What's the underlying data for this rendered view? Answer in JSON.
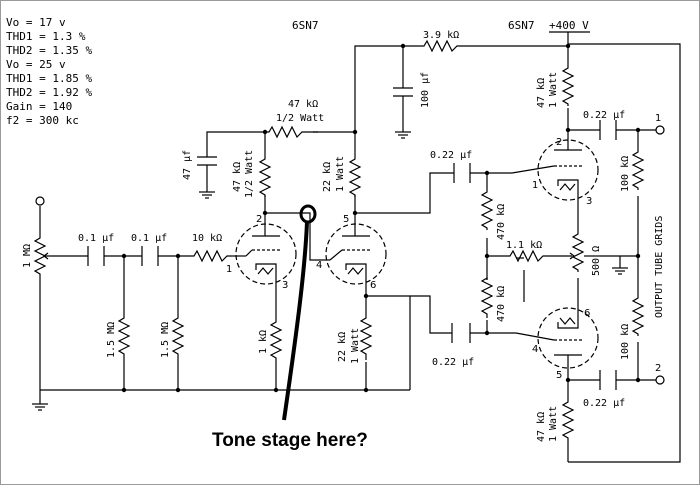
{
  "specs": {
    "vo1": "Vo = 17 v",
    "thd1a": "THD1 = 1.3 %",
    "thd2a": "THD2 = 1.35 %",
    "vo2": "Vo = 25 v",
    "thd1b": "THD1 = 1.85 %",
    "thd2b": "THD2 = 1.92 %",
    "gain": "Gain = 140",
    "f2": "f2 = 300 kc"
  },
  "tubes": {
    "left": "6SN7",
    "right": "6SN7"
  },
  "supply": "+400 V",
  "components": {
    "pot_in": "1 MΩ",
    "c_in1": "0.1 μf",
    "c_in2": "0.1 μf",
    "r_grid": "10 kΩ",
    "r_shunt1": "1.5 MΩ",
    "r_shunt2": "1.5 MΩ",
    "r_cathode1": "1 kΩ",
    "r_decouple": "47 kΩ",
    "r_decouple_w": "1/2 Watt",
    "c_decouple": "47 μf",
    "r_plate1": "47 kΩ",
    "r_plate1_w": "1/2 Watt",
    "r_plate2": "22 kΩ",
    "r_plate2_w": "1 Watt",
    "r_cathode2": "22 kΩ",
    "r_cathode2_w": "1 Watt",
    "r_feed": "3.9 kΩ",
    "c_filter": "100 μf",
    "c_couple_top": "0.22 μf",
    "c_couple_bot": "0.22 μf",
    "r_bias_top": "470 kΩ",
    "r_bias_bot": "470 kΩ",
    "r_balance": "1.1 kΩ",
    "pot_balance": "500 Ω",
    "r_plate_top": "47 kΩ",
    "r_plate_top_w": "1 Watt",
    "r_cathode_bot": "47 kΩ",
    "r_cathode_bot_w": "1 Watt",
    "c_out_top": "0.22 μf",
    "c_out_bot": "0.22 μf",
    "r_out_top": "100 kΩ",
    "r_out_bot": "100 kΩ",
    "output_label": "OUTPUT TUBE GRIDS"
  },
  "pins": {
    "p1": "1",
    "p2": "2",
    "p3": "3",
    "p4": "4",
    "p5": "5",
    "p6": "6",
    "o1": "1",
    "o2": "2"
  },
  "annotation": "Tone stage here?"
}
